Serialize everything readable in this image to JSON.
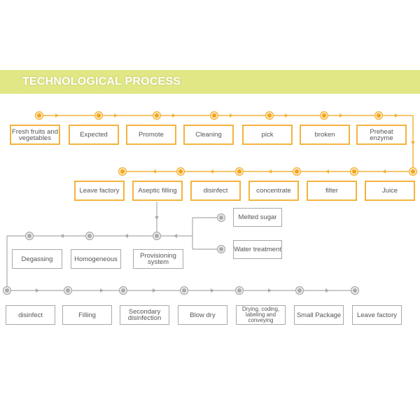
{
  "header": {
    "title": "TECHNOLOGICAL PROCESS"
  },
  "colors": {
    "banner": "#e1e785",
    "orange": "#f3b33d",
    "orange_dot": "#f4a31c",
    "gray": "#a9a9a9"
  },
  "row1": [
    "Fresh fruits and vegetables",
    "Expected",
    "Promote",
    "Cleaning",
    "pick",
    "broken",
    "Preheat enzyme"
  ],
  "row2": [
    "Leave factory",
    "Aseptic filling",
    "disinfect",
    "concentrate",
    "filter",
    "Juice"
  ],
  "row3": [
    "Degassing",
    "Homogeneous",
    "Provisioning system"
  ],
  "inputs": [
    "Melted sugar",
    "Water treatment"
  ],
  "row4": [
    "disinfect",
    "Filling",
    "Secondary disinfection",
    "Blow dry",
    "Drying, coding, labeling and conveying",
    "Small Package",
    "Leave factory"
  ]
}
